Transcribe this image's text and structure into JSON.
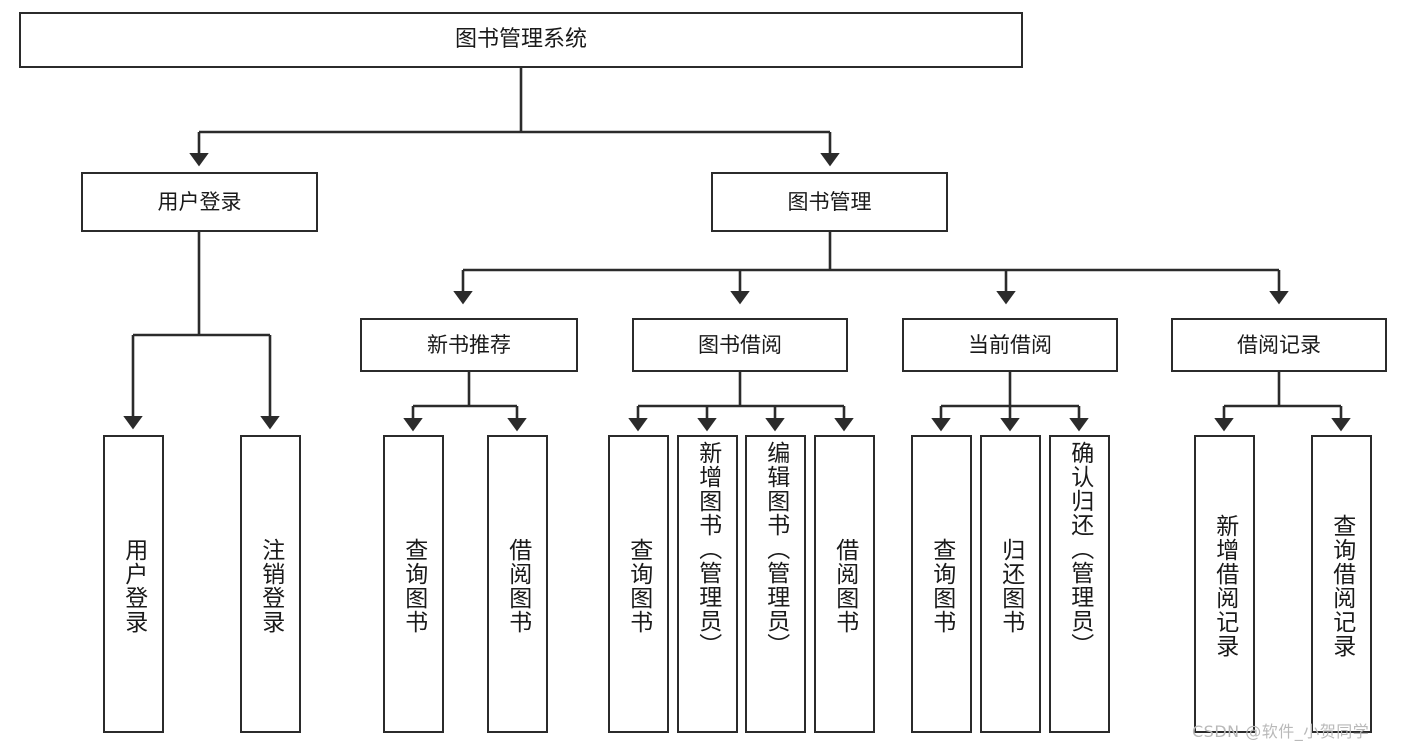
{
  "diagram": {
    "type": "tree-hierarchy",
    "title": "图书管理系统",
    "root": {
      "id": "root",
      "label": "图书管理系统"
    },
    "level2": [
      {
        "id": "user-login",
        "label": "用户登录"
      },
      {
        "id": "book-manage",
        "label": "图书管理"
      }
    ],
    "level3": [
      {
        "id": "new-book-recommend",
        "label": "新书推荐",
        "parent": "book-manage"
      },
      {
        "id": "book-borrow",
        "label": "图书借阅",
        "parent": "book-manage"
      },
      {
        "id": "current-borrow",
        "label": "当前借阅",
        "parent": "book-manage"
      },
      {
        "id": "borrow-record",
        "label": "借阅记录",
        "parent": "book-manage"
      }
    ],
    "leaves": [
      {
        "id": "leaf-user-login",
        "label": "用户登录",
        "parent": "user-login"
      },
      {
        "id": "leaf-user-logout",
        "label": "注销登录",
        "parent": "user-login"
      },
      {
        "id": "leaf-query-book-1",
        "label": "查询图书",
        "parent": "new-book-recommend"
      },
      {
        "id": "leaf-borrow-book-1",
        "label": "借阅图书",
        "parent": "new-book-recommend"
      },
      {
        "id": "leaf-query-book-2",
        "label": "查询图书",
        "parent": "book-borrow"
      },
      {
        "id": "leaf-add-book",
        "label": "新增图书（管理员）",
        "parent": "book-borrow"
      },
      {
        "id": "leaf-edit-book",
        "label": "编辑图书（管理员）",
        "parent": "book-borrow"
      },
      {
        "id": "leaf-borrow-book-2",
        "label": "借阅图书",
        "parent": "book-borrow"
      },
      {
        "id": "leaf-query-book-3",
        "label": "查询图书",
        "parent": "current-borrow"
      },
      {
        "id": "leaf-return-book",
        "label": "归还图书",
        "parent": "current-borrow"
      },
      {
        "id": "leaf-confirm-return",
        "label": "确认归还（管理员）",
        "parent": "current-borrow"
      },
      {
        "id": "leaf-add-record",
        "label": "新增借阅记录",
        "parent": "borrow-record"
      },
      {
        "id": "leaf-query-record",
        "label": "查询借阅记录",
        "parent": "borrow-record"
      }
    ],
    "watermark": "CSDN @软件_小贺同学",
    "colors": {
      "border": "#2b2b2b",
      "background": "#ffffff",
      "text": "#1a1a1a",
      "watermark": "#b9b9b9"
    }
  }
}
